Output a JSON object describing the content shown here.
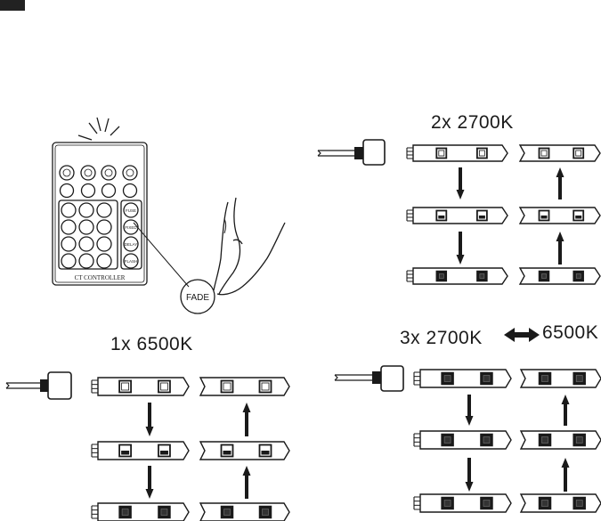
{
  "remote": {
    "caption": "CT   CONTROLLER",
    "side_buttons": [
      "FUSE",
      "FIXED",
      "DELAY",
      "FLASH"
    ]
  },
  "hand": {
    "button_label": "FADE"
  },
  "panels": {
    "top_right": {
      "label": "2x  2700K"
    },
    "bottom_left": {
      "label": "1x  6500K"
    },
    "bottom_right": {
      "label_left": "3x   2700K",
      "label_right": "6500K"
    }
  },
  "icons": [
    "remote-control-icon",
    "hand-pointer-icon",
    "power-cable-icon",
    "arrow-down-icon",
    "arrow-up-icon",
    "double-arrow-icon"
  ]
}
